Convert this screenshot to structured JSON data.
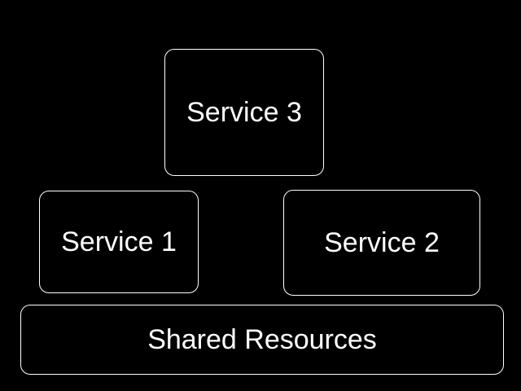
{
  "diagram": {
    "boxes": {
      "service_3": {
        "label": "Service 3"
      },
      "service_1": {
        "label": "Service 1"
      },
      "service_2": {
        "label": "Service 2"
      },
      "shared_resources": {
        "label": "Shared Resources"
      }
    }
  },
  "colors": {
    "background": "#000000",
    "stroke": "#ffffff",
    "text": "#ffffff"
  }
}
